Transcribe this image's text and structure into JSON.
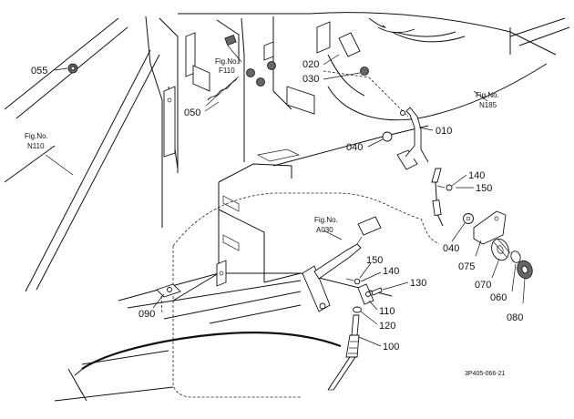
{
  "parts": [
    {
      "id": "p055",
      "label": "055"
    },
    {
      "id": "p050",
      "label": "050"
    },
    {
      "id": "p020",
      "label": "020"
    },
    {
      "id": "p030",
      "label": "030"
    },
    {
      "id": "p010",
      "label": "010"
    },
    {
      "id": "p040a",
      "label": "040"
    },
    {
      "id": "p140a",
      "label": "140"
    },
    {
      "id": "p150a",
      "label": "150"
    },
    {
      "id": "p040b",
      "label": "040"
    },
    {
      "id": "p075",
      "label": "075"
    },
    {
      "id": "p070",
      "label": "070"
    },
    {
      "id": "p060",
      "label": "060"
    },
    {
      "id": "p080",
      "label": "080"
    },
    {
      "id": "p150b",
      "label": "150"
    },
    {
      "id": "p140b",
      "label": "140"
    },
    {
      "id": "p130",
      "label": "130"
    },
    {
      "id": "p110",
      "label": "110"
    },
    {
      "id": "p120",
      "label": "120"
    },
    {
      "id": "p100",
      "label": "100"
    },
    {
      "id": "p090",
      "label": "090"
    }
  ],
  "figure_refs": [
    {
      "id": "f110",
      "prefix": "Fig.No.",
      "code": "F110"
    },
    {
      "id": "n185",
      "prefix": "Fig.No.",
      "code": "N185"
    },
    {
      "id": "n110",
      "prefix": "Fig.No.",
      "code": "N110"
    },
    {
      "id": "a030",
      "prefix": "Fig.No.",
      "code": "A030"
    }
  ],
  "drawing_code": "3P405-066-21"
}
